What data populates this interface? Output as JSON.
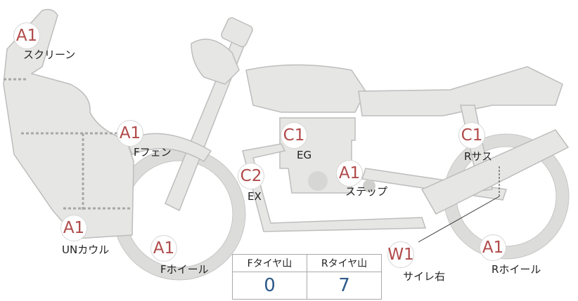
{
  "damage_points": [
    {
      "code": "A1",
      "part": "スクリーン"
    },
    {
      "code": "A1",
      "part": "Fフェン"
    },
    {
      "code": "A1",
      "part": "UNカウル"
    },
    {
      "code": "A1",
      "part": "Fホイール"
    },
    {
      "code": "C1",
      "part": "EG"
    },
    {
      "code": "C2",
      "part": "EX"
    },
    {
      "code": "A1",
      "part": "ステップ"
    },
    {
      "code": "C1",
      "part": "Rサス"
    },
    {
      "code": "W1",
      "part": "サイレ右"
    },
    {
      "code": "A1",
      "part": "Rホイール"
    }
  ],
  "tread": {
    "front_label": "Fタイヤ山",
    "front_value": "0",
    "rear_label": "Rタイヤ山",
    "rear_value": "7"
  },
  "colors": {
    "body_fill": "#e6e6e4",
    "outline": "#bdbdbd",
    "code_text": "#b04a4a",
    "value_text": "#2e5a8a"
  }
}
